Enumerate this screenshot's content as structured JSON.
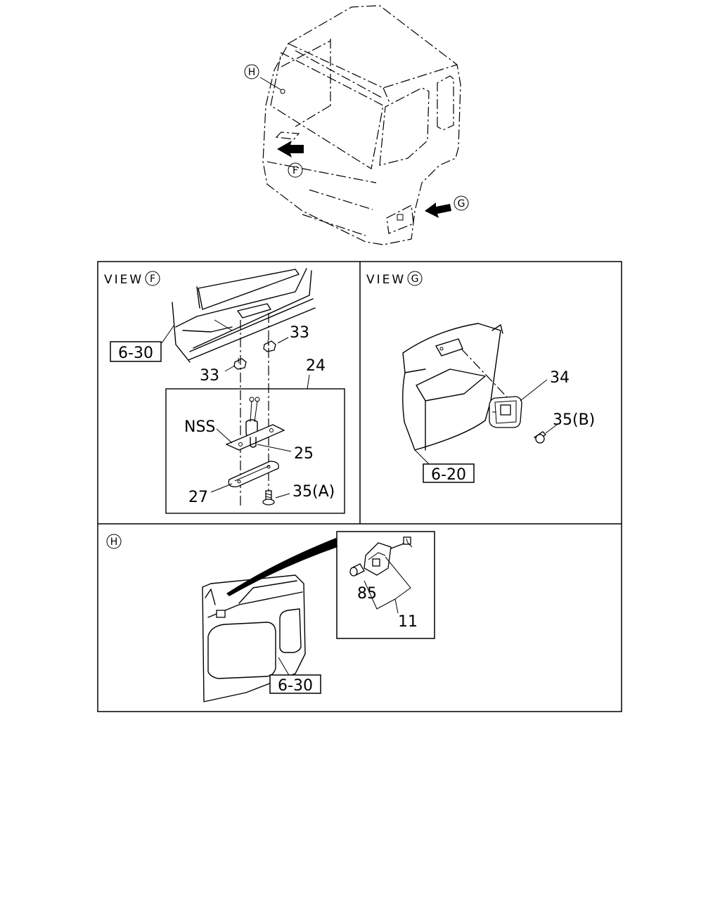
{
  "overview": {
    "marker_h": "H",
    "marker_f": "F",
    "marker_g": "G"
  },
  "panel_f": {
    "title": "VIEW",
    "marker": "F",
    "ref_box": "6-30",
    "labels": {
      "p33_upper": "33",
      "p33_lower": "33",
      "p24": "24",
      "nss": "NSS",
      "p25": "25",
      "p27": "27",
      "p35a": "35(A)"
    }
  },
  "panel_g": {
    "title": "VIEW",
    "marker": "G",
    "ref_box": "6-20",
    "labels": {
      "p34": "34",
      "p35b": "35(B)"
    }
  },
  "panel_h": {
    "marker": "H",
    "ref_box": "6-30",
    "labels": {
      "p85": "85",
      "p11": "11"
    }
  }
}
